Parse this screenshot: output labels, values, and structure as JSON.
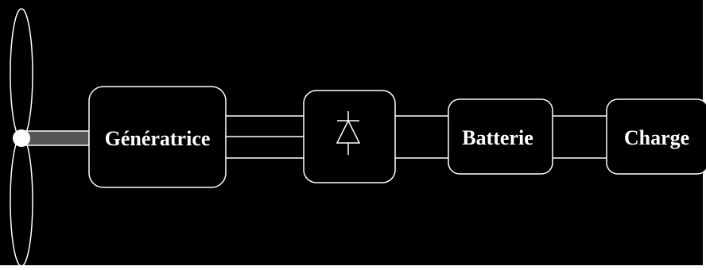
{
  "diagram": {
    "title": "",
    "blocks": {
      "generator": "Génératrice",
      "rectifier": "",
      "battery": "Batterie",
      "load": "Charge"
    },
    "colors": {
      "background": "#000000",
      "stroke": "#ffffff",
      "shaft": "#555555",
      "hub": "#ffffff",
      "text": "#ffffff"
    },
    "icons": {
      "turbine": "wind-turbine-rotor-icon",
      "rectifier": "diode-icon"
    }
  }
}
